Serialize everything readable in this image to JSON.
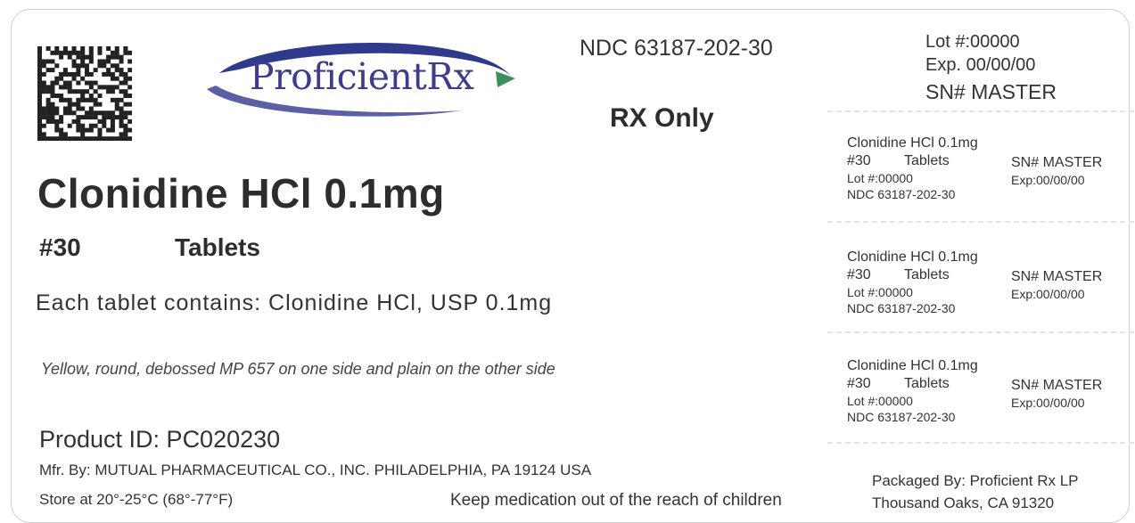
{
  "brand": {
    "logo_text": "ProficientRx",
    "logo_color": "#3e3d8c",
    "swoosh_color": "#2f3a8c"
  },
  "header": {
    "ndc": "NDC 63187-202-30",
    "rx_only": "RX Only"
  },
  "product": {
    "title": "Clonidine HCl  0.1mg",
    "count": "#30",
    "form": "Tablets",
    "each_tablet": "Each tablet contains: Clonidine HCl, USP 0.1mg",
    "description": "Yellow, round, debossed MP 657 on one side and plain on the other side",
    "product_id": "Product ID: PC020230",
    "manufacturer": "Mfr. By: MUTUAL PHARMACEUTICAL CO., INC. PHILADELPHIA, PA 19124 USA",
    "storage": "Store at 20°-25°C (68°-77°F)",
    "warning": "Keep medication out of the reach of children"
  },
  "lot_info": {
    "lot": "Lot #:00000",
    "exp": "Exp.  00/00/00",
    "sn": "SN# MASTER"
  },
  "stickers": [
    {
      "name": "Clonidine HCl  0.1mg",
      "count": "#30",
      "form": "Tablets",
      "lot": "Lot #:00000",
      "ndc": "NDC 63187-202-30",
      "sn": "SN# MASTER",
      "exp": "Exp:00/00/00"
    },
    {
      "name": "Clonidine HCl  0.1mg",
      "count": "#30",
      "form": "Tablets",
      "lot": "Lot #:00000",
      "ndc": "NDC 63187-202-30",
      "sn": "SN# MASTER",
      "exp": "Exp:00/00/00"
    },
    {
      "name": "Clonidine HCl  0.1mg",
      "count": "#30",
      "form": "Tablets",
      "lot": "Lot #:00000",
      "ndc": "NDC 63187-202-30",
      "sn": "SN# MASTER",
      "exp": "Exp:00/00/00"
    }
  ],
  "packager": {
    "line1": "Packaged By: Proficient Rx LP",
    "line2": "Thousand Oaks, CA 91320"
  }
}
